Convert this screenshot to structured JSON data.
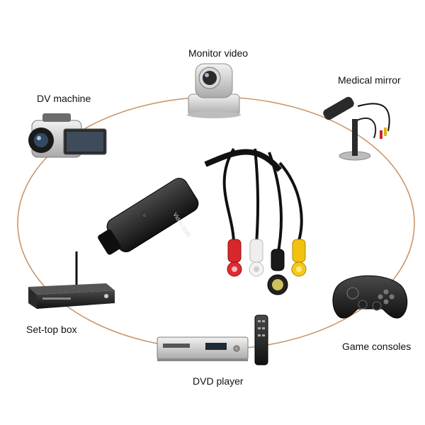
{
  "labels": {
    "monitor_video": "Monitor video",
    "medical_mirror": "Medical mirror",
    "dv_machine": "DV machine",
    "set_top_box": "Set-top box",
    "game_consoles": "Game consoles",
    "dvd_player": "DVD player",
    "device_text": "Video DVR"
  },
  "colors": {
    "ring": "#c9966a",
    "red_plug": "#d9262b",
    "white_plug": "#eeeeee",
    "yellow_plug": "#f2c20f",
    "dongle": "#1b1b1b"
  }
}
